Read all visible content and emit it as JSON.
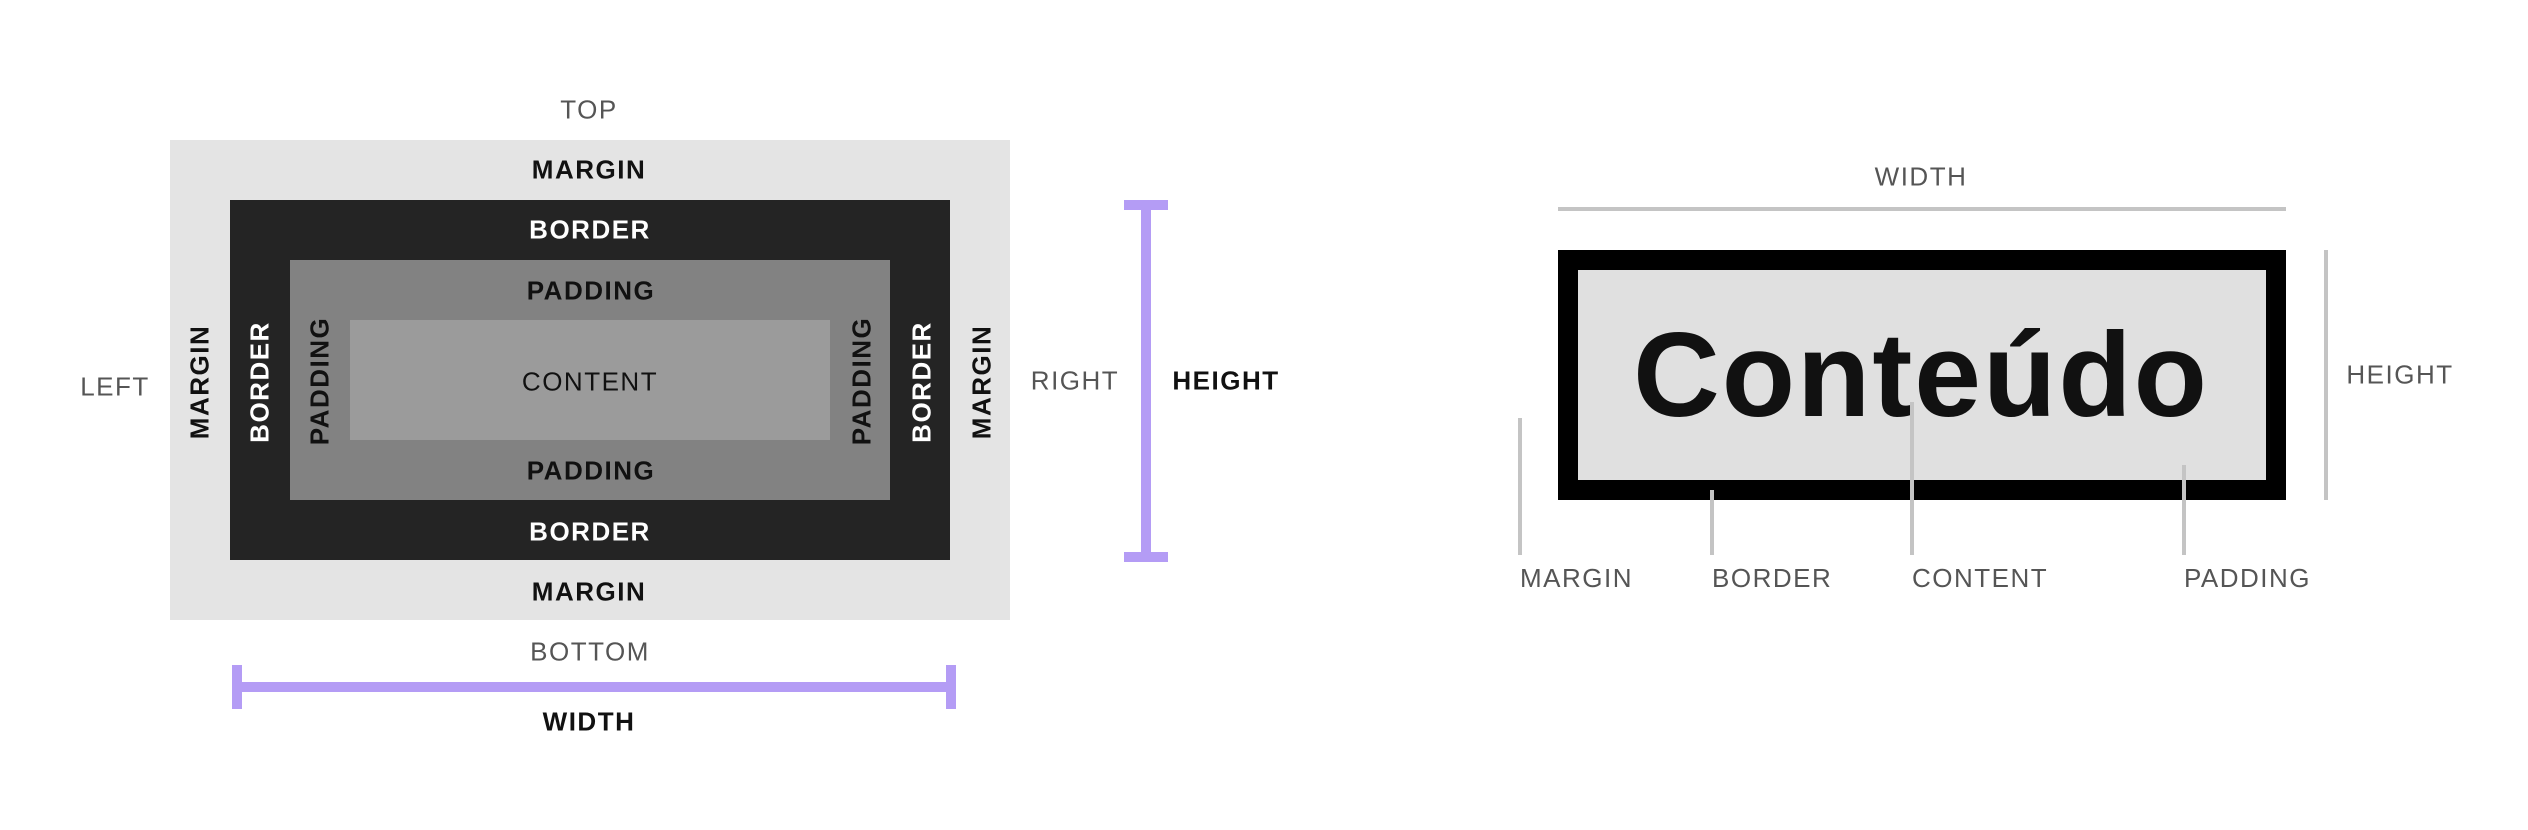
{
  "left_diagram": {
    "top": "TOP",
    "bottom": "BOTTOM",
    "left": "LEFT",
    "right": "RIGHT",
    "margin": "MARGIN",
    "border": "BORDER",
    "padding": "PADDING",
    "content": "CONTENT",
    "height": "HEIGHT",
    "width": "WIDTH"
  },
  "right_diagram": {
    "width": "WIDTH",
    "height": "HEIGHT",
    "content_text": "Conteúdo",
    "margin": "MARGIN",
    "border": "BORDER",
    "content": "CONTENT",
    "padding": "PADDING"
  },
  "colors": {
    "margin_fill": "#e4e4e4",
    "border_fill": "#242424",
    "padding_fill": "#828282",
    "content_fill": "#9b9b9b",
    "accent": "#b49cf5",
    "guide_line": "#c4c4c4"
  }
}
